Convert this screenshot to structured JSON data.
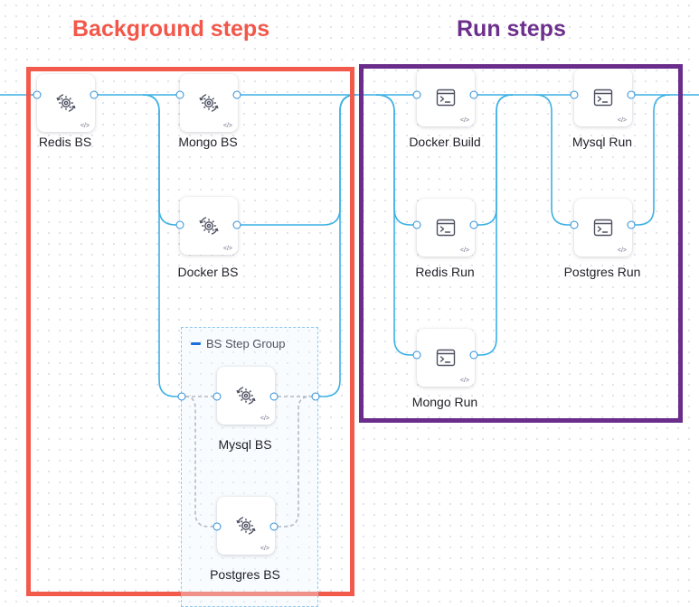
{
  "headings": {
    "background": "Background steps",
    "run": "Run steps"
  },
  "colors": {
    "background_heading": "#f2574a",
    "run_heading": "#6d2f8c",
    "wire": "#3cb1e4",
    "group_wire": "#9a9aa6"
  },
  "step_group": {
    "title": "BS Step Group",
    "collapse_icon": "minus-icon"
  },
  "background_steps": [
    {
      "label": "Redis BS",
      "icon": "background-step-gear-icon"
    },
    {
      "label": "Mongo BS",
      "icon": "background-step-gear-icon"
    },
    {
      "label": "Docker BS",
      "icon": "background-step-gear-icon"
    },
    {
      "label": "Mysql BS",
      "icon": "background-step-gear-icon"
    },
    {
      "label": "Postgres BS",
      "icon": "background-step-gear-icon"
    }
  ],
  "run_steps": [
    {
      "label": "Docker Build",
      "icon": "terminal-icon"
    },
    {
      "label": "Redis Run",
      "icon": "terminal-icon"
    },
    {
      "label": "Mongo Run",
      "icon": "terminal-icon"
    },
    {
      "label": "Mysql Run",
      "icon": "terminal-icon"
    },
    {
      "label": "Postgres Run",
      "icon": "terminal-icon"
    }
  ],
  "node_badge_icon": "code-icon",
  "node_badge": "</>"
}
